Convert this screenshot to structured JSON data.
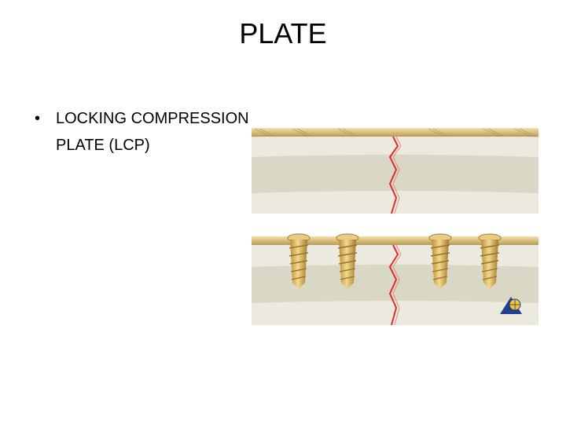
{
  "slide": {
    "title": "PLATE",
    "bullets": [
      {
        "marker": "•",
        "line1": "LOCKING COMPRESSION",
        "line2": "PLATE (LCP)"
      }
    ]
  },
  "figure": {
    "description_panels": [
      "plate-without-screws",
      "plate-with-locking-screws"
    ],
    "screw_count": 4,
    "colors": {
      "bone_outer": "#eceadf",
      "bone_inner": "#d9d7c6",
      "plate": "#d8bf7c",
      "screw": "#d9b25a",
      "fracture": "#d8302e",
      "logo_blue": "#1f3f8f",
      "logo_yellow": "#f2c32a"
    }
  }
}
